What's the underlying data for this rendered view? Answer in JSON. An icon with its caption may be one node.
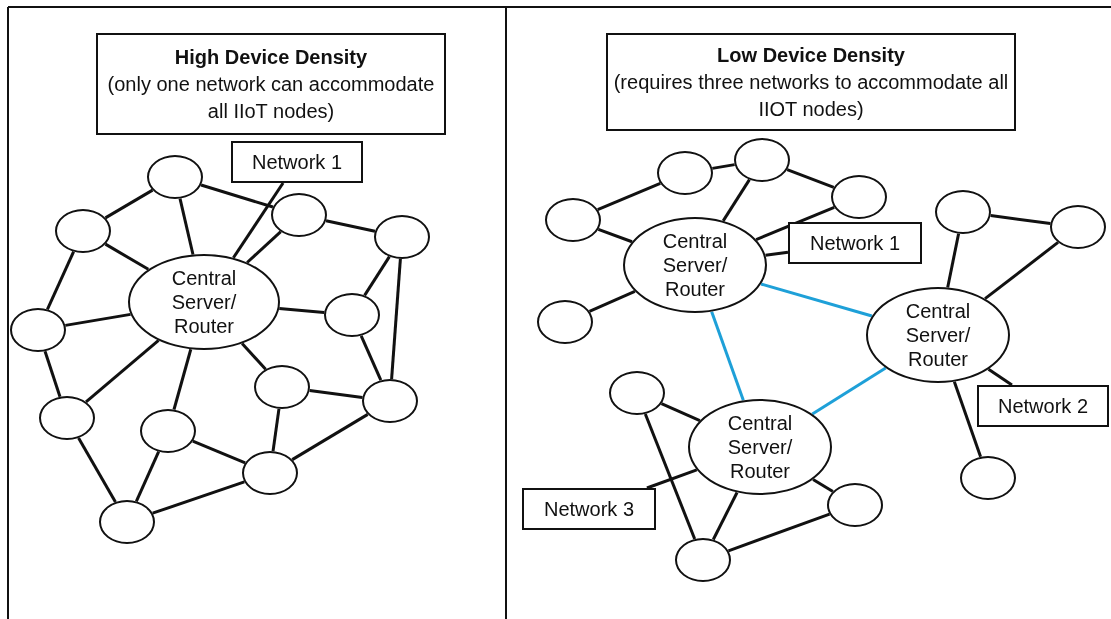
{
  "diagram": {
    "nodes": [
      {
        "text": [
          "High Device Density",
          "(only one network can accommodate all IIoT nodes)"
        ]
      },
      {
        "text": [
          "Low Device Density",
          "(requires three networks to accommodate all IIOT nodes)"
        ]
      },
      {
        "text": [
          "Central Server/ Router"
        ]
      },
      {
        "text": [
          "Network 1"
        ]
      },
      {
        "text": [],
        "shape": "circle"
      },
      {
        "text": [],
        "shape": "circle"
      },
      {
        "text": [],
        "shape": "circle"
      },
      {
        "text": [],
        "shape": "circle"
      },
      {
        "text": [],
        "shape": "circle"
      },
      {
        "text": [],
        "shape": "circle"
      },
      {
        "text": [],
        "shape": "circle"
      },
      {
        "text": [],
        "shape": "circle"
      },
      {
        "text": [],
        "shape": "circle"
      },
      {
        "text": [],
        "shape": "circle"
      },
      {
        "text": [],
        "shape": "circle"
      },
      {
        "text": [],
        "shape": "circle"
      },
      {
        "text": [
          "Central Server/ Router"
        ]
      },
      {
        "text": [
          "Network 1"
        ]
      },
      {
        "text": [
          "Central Server/ Router"
        ]
      },
      {
        "text": [
          "Network 2"
        ]
      },
      {
        "text": [
          "Central Server/ Router"
        ]
      },
      {
        "text": [
          "Network 3"
        ]
      },
      {
        "text": [],
        "shape": "circle"
      },
      {
        "text": [],
        "shape": "circle"
      },
      {
        "text": [],
        "shape": "circle"
      },
      {
        "text": [],
        "shape": "circle"
      },
      {
        "text": [],
        "shape": "circle"
      },
      {
        "text": [],
        "shape": "circle"
      },
      {
        "text": [],
        "shape": "circle"
      },
      {
        "text": [],
        "shape": "circle"
      },
      {
        "text": [],
        "shape": "circle"
      },
      {
        "text": [],
        "shape": "circle"
      },
      {
        "text": [],
        "shape": "circle"
      }
    ],
    "edges": [
      {
        "from": 3,
        "to": 2,
        "arrow": "none"
      },
      {
        "from": 2,
        "to": 4,
        "arrow": "none"
      },
      {
        "from": 2,
        "to": 6,
        "arrow": "none"
      },
      {
        "from": 2,
        "to": 5,
        "arrow": "none"
      },
      {
        "from": 2,
        "to": 9,
        "arrow": "none"
      },
      {
        "from": 2,
        "to": 8,
        "arrow": "none"
      },
      {
        "from": 2,
        "to": 10,
        "arrow": "none"
      },
      {
        "from": 2,
        "to": 12,
        "arrow": "none"
      },
      {
        "from": 2,
        "to": 13,
        "arrow": "none"
      },
      {
        "from": 4,
        "to": 6,
        "arrow": "none"
      },
      {
        "from": 4,
        "to": 5,
        "arrow": "none"
      },
      {
        "from": 6,
        "to": 9,
        "arrow": "none"
      },
      {
        "from": 5,
        "to": 7,
        "arrow": "none"
      },
      {
        "from": 7,
        "to": 8,
        "arrow": "none"
      },
      {
        "from": 7,
        "to": 11,
        "arrow": "none"
      },
      {
        "from": 8,
        "to": 11,
        "arrow": "none"
      },
      {
        "from": 10,
        "to": 11,
        "arrow": "none"
      },
      {
        "from": 10,
        "to": 14,
        "arrow": "none"
      },
      {
        "from": 11,
        "to": 14,
        "arrow": "none"
      },
      {
        "from": 13,
        "to": 14,
        "arrow": "none"
      },
      {
        "from": 13,
        "to": 15,
        "arrow": "none"
      },
      {
        "from": 12,
        "to": 15,
        "arrow": "none"
      },
      {
        "from": 9,
        "to": 12,
        "arrow": "none"
      },
      {
        "from": 14,
        "to": 15,
        "arrow": "none"
      },
      {
        "from": 17,
        "to": 16,
        "arrow": "none"
      },
      {
        "from": 26,
        "to": 23,
        "arrow": "none"
      },
      {
        "from": 26,
        "to": 16,
        "arrow": "none"
      },
      {
        "from": 23,
        "to": 22,
        "arrow": "none"
      },
      {
        "from": 22,
        "to": 16,
        "arrow": "none"
      },
      {
        "from": 22,
        "to": 24,
        "arrow": "none"
      },
      {
        "from": 24,
        "to": 16,
        "arrow": "none"
      },
      {
        "from": 28,
        "to": 16,
        "arrow": "none"
      },
      {
        "from": 25,
        "to": 27,
        "arrow": "none"
      },
      {
        "from": 25,
        "to": 18,
        "arrow": "none"
      },
      {
        "from": 27,
        "to": 18,
        "arrow": "none"
      },
      {
        "from": 18,
        "to": 30,
        "arrow": "none"
      },
      {
        "from": 19,
        "to": 18,
        "arrow": "none"
      },
      {
        "from": 29,
        "to": 20,
        "arrow": "none"
      },
      {
        "from": 29,
        "to": 32,
        "arrow": "none"
      },
      {
        "from": 20,
        "to": 32,
        "arrow": "none"
      },
      {
        "from": 20,
        "to": 31,
        "arrow": "none"
      },
      {
        "from": 31,
        "to": 32,
        "arrow": "none"
      },
      {
        "from": 21,
        "to": 20,
        "arrow": "none"
      },
      {
        "from": 16,
        "to": 18,
        "arrow": "none",
        "color": "#1ea0d8"
      },
      {
        "from": 16,
        "to": 20,
        "arrow": "none",
        "color": "#1ea0d8"
      },
      {
        "from": 18,
        "to": 20,
        "arrow": "none",
        "color": "#1ea0d8"
      }
    ]
  }
}
